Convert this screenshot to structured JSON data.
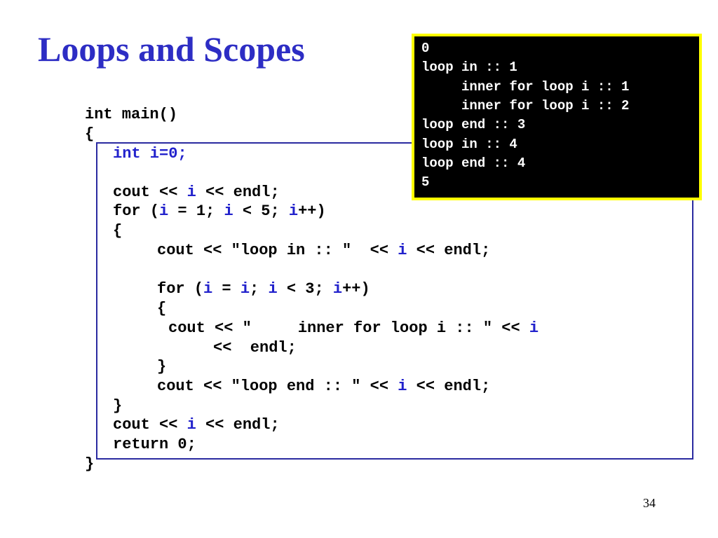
{
  "slide": {
    "title": "Loops and Scopes",
    "page_number": "34"
  },
  "colors": {
    "title": "#2d2dc4",
    "code_text": "#000000",
    "highlight_var": "#2222cc",
    "scope_border": "#2a2aa0",
    "console_background": "#000000",
    "console_text": "#ffffff",
    "console_border": "#ffff00"
  },
  "code_lines": [
    {
      "segments": [
        {
          "t": "int main()"
        }
      ]
    },
    {
      "segments": [
        {
          "t": "{"
        }
      ]
    },
    {
      "segments": [
        {
          "t": "int i=0;",
          "hl": true
        }
      ]
    },
    {
      "segments": [
        {
          "t": ""
        }
      ]
    },
    {
      "segments": [
        {
          "t": "cout << "
        },
        {
          "t": "i",
          "hl": true
        },
        {
          "t": " << endl;"
        }
      ]
    },
    {
      "segments": [
        {
          "t": "for ("
        },
        {
          "t": "i",
          "hl": true
        },
        {
          "t": " = 1; "
        },
        {
          "t": "i",
          "hl": true
        },
        {
          "t": " < 5; "
        },
        {
          "t": "i",
          "hl": true
        },
        {
          "t": "++)"
        }
      ]
    },
    {
      "segments": [
        {
          "t": "{"
        }
      ]
    },
    {
      "segments": [
        {
          "t": "cout << \"loop in :: \"  << "
        },
        {
          "t": "i",
          "hl": true
        },
        {
          "t": " << endl;"
        }
      ]
    },
    {
      "segments": [
        {
          "t": ""
        }
      ]
    },
    {
      "segments": [
        {
          "t": "for ("
        },
        {
          "t": "i",
          "hl": true
        },
        {
          "t": " = "
        },
        {
          "t": "i",
          "hl": true
        },
        {
          "t": "; "
        },
        {
          "t": "i",
          "hl": true
        },
        {
          "t": " < 3; "
        },
        {
          "t": "i",
          "hl": true
        },
        {
          "t": "++)"
        }
      ]
    },
    {
      "segments": [
        {
          "t": "{"
        }
      ]
    },
    {
      "segments": [
        {
          "t": "cout << \"     inner for loop i :: \" << "
        },
        {
          "t": "i",
          "hl": true
        }
      ]
    },
    {
      "segments": [
        {
          "t": "<<  endl;"
        }
      ]
    },
    {
      "segments": [
        {
          "t": "}"
        }
      ]
    },
    {
      "segments": [
        {
          "t": "cout << \"loop end :: \" << "
        },
        {
          "t": "i",
          "hl": true
        },
        {
          "t": " << endl;"
        }
      ]
    },
    {
      "segments": [
        {
          "t": "}"
        }
      ]
    },
    {
      "segments": [
        {
          "t": "cout << "
        },
        {
          "t": "i",
          "hl": true
        },
        {
          "t": " << endl;"
        }
      ]
    },
    {
      "segments": [
        {
          "t": "return 0;"
        }
      ]
    },
    {
      "segments": [
        {
          "t": "}"
        }
      ]
    }
  ],
  "console_output": [
    "0",
    "loop in :: 1",
    "     inner for loop i :: 1",
    "     inner for loop i :: 2",
    "loop end :: 3",
    "loop in :: 4",
    "loop end :: 4",
    "5"
  ]
}
